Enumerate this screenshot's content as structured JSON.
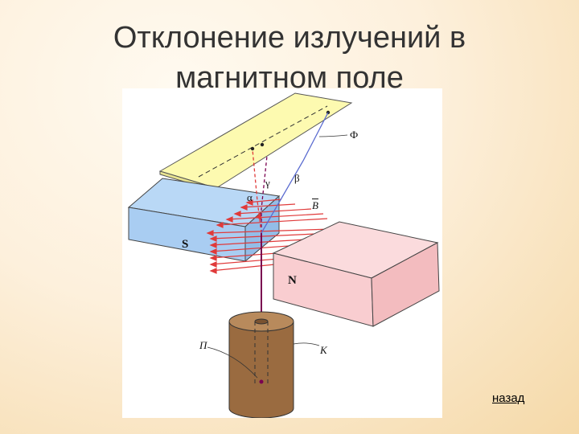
{
  "slide": {
    "title_line1": "Отклонение излучений в",
    "title_line2": "магнитном поле",
    "back_link": "назад"
  },
  "diagram": {
    "labels": {
      "screen": "Ф",
      "gamma": "γ",
      "beta": "β",
      "alpha": "α",
      "field": "B",
      "south_pole": "S",
      "north_pole": "N",
      "source": "П",
      "container": "К"
    },
    "colors": {
      "screen": "#fdfab0",
      "south_magnet": "#a9cdf2",
      "north_magnet": "#f9cdd0",
      "field_lines": "#e03a3a",
      "container": "#9a6b40",
      "beam": "#7a0050",
      "beta_ray": "#5a6bd0"
    }
  }
}
